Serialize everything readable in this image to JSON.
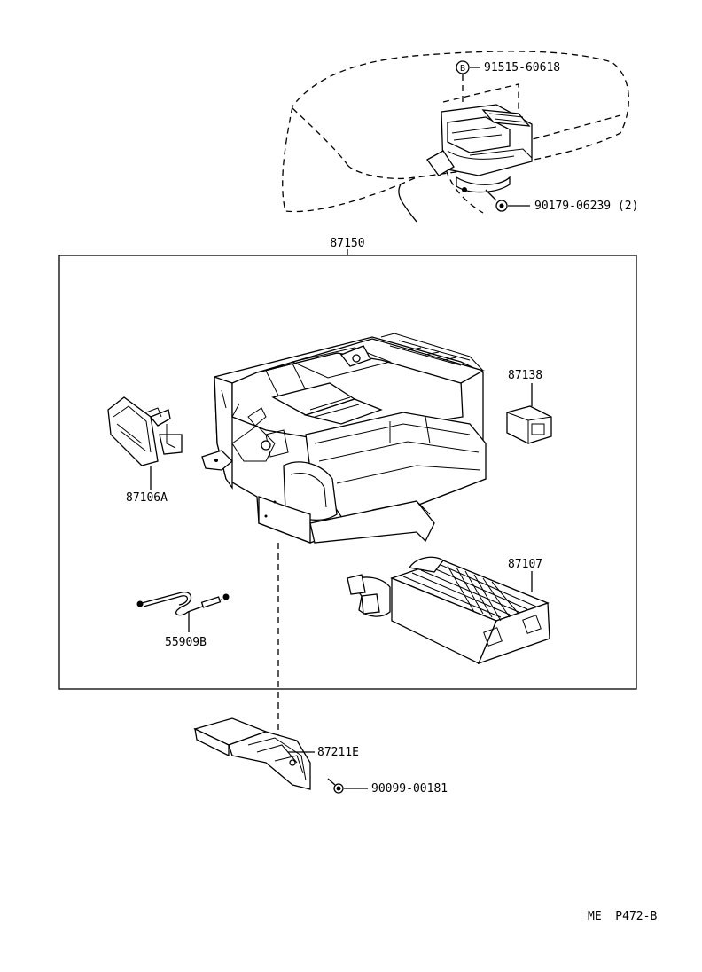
{
  "labels": {
    "p91515": "91515-60618",
    "p91515_badge": "B",
    "p90179": "90179-06239 (2)",
    "p87150": "87150",
    "p87138": "87138",
    "p87106a": "87106A",
    "p87107": "87107",
    "p55909b": "55909B",
    "p87211e": "87211E",
    "p90099": "90099-00181",
    "ref": "ME  P472-B"
  }
}
